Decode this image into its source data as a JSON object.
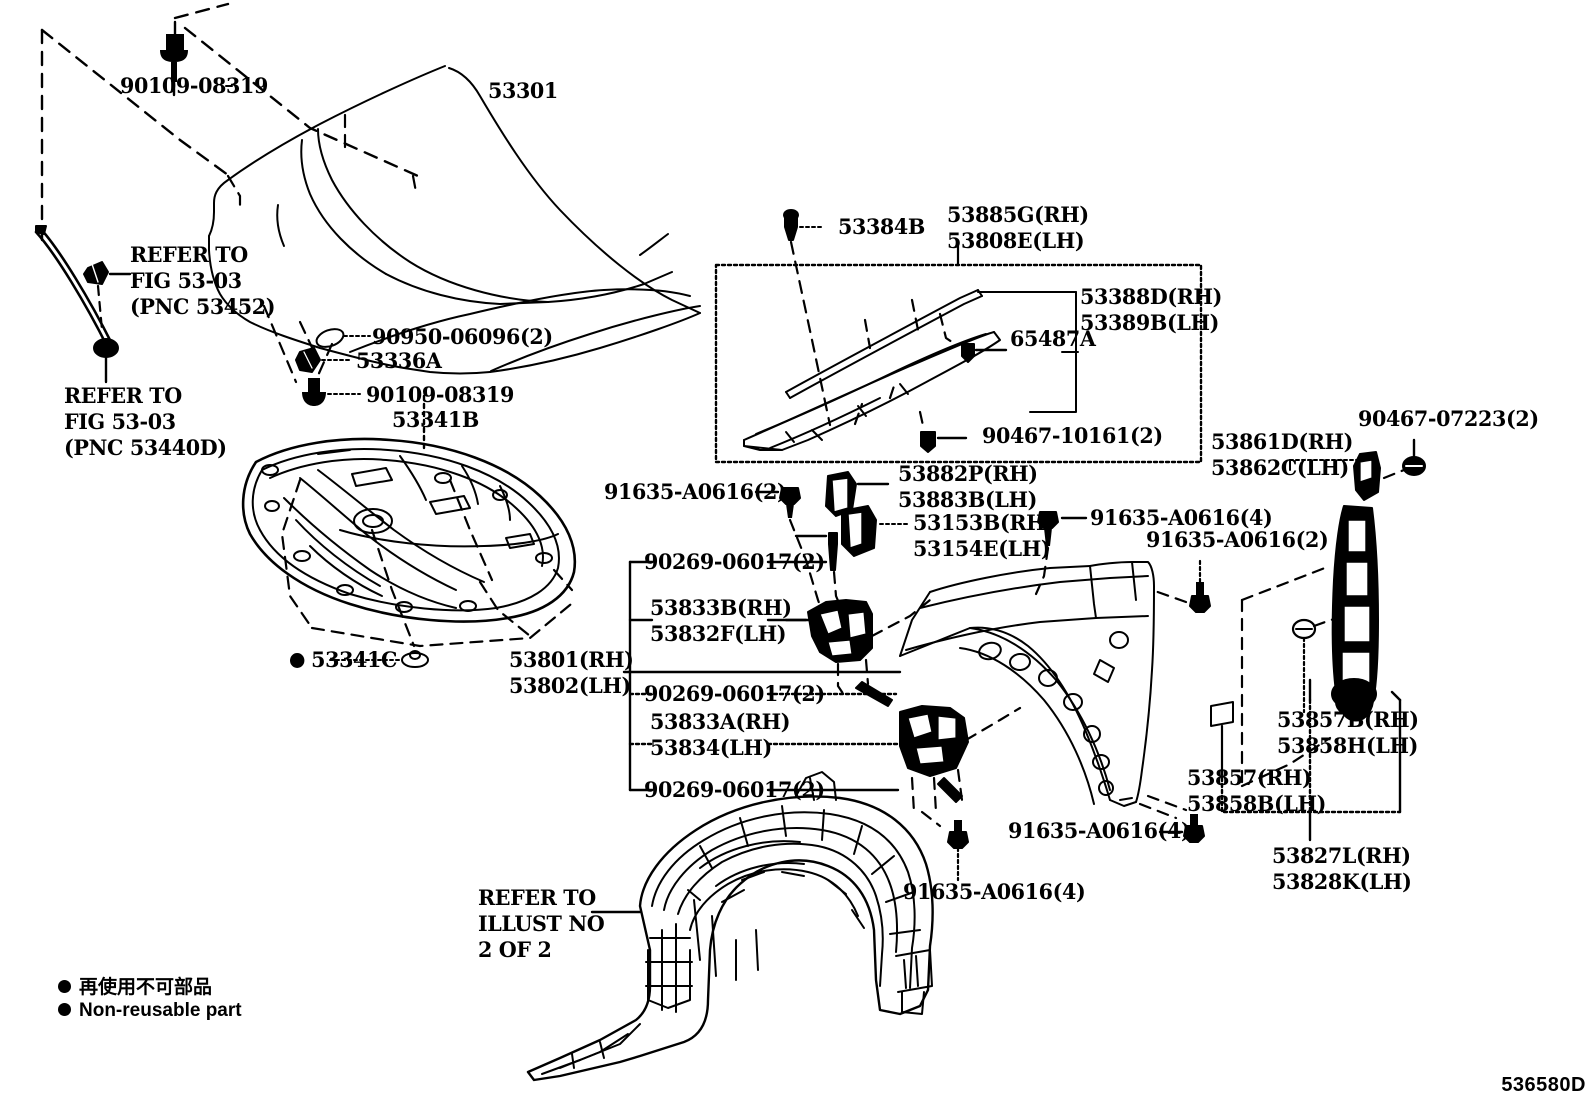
{
  "diagram": {
    "doc_number": "536580D",
    "legend": [
      {
        "marker": "filled-circle",
        "text": "再使用不可部品"
      },
      {
        "marker": "filled-circle",
        "text": "Non-reusable part"
      }
    ]
  },
  "labels": {
    "bolt_hood_hinge_top": {
      "line1": "90109-08319"
    },
    "refer_53452": {
      "line1": "REFER TO",
      "line2": "FIG 53-03",
      "line3": "(PNC 53452)"
    },
    "refer_53440d": {
      "line1": "REFER TO",
      "line2": "FIG 53-03",
      "line3": "(PNC 53440D)"
    },
    "hood_panel": {
      "line1": "53301"
    },
    "clip_90950": {
      "line1": "90950-06096(2)"
    },
    "hood_seal_53336a": {
      "line1": "53336A"
    },
    "bolt_90109_lower": {
      "line1": "90109-08319"
    },
    "hood_insulator": {
      "line1": "53341B"
    },
    "insulator_clip": {
      "line1": "53341C",
      "marker": "filled-circle"
    },
    "clip_53384b": {
      "line1": "53384B"
    },
    "cowl_top_panel": {
      "line1": "53885G(RH)",
      "line2": "53808E(LH)"
    },
    "cowl_seal": {
      "line1": "53388D(RH)",
      "line2": "53389B(LH)"
    },
    "cowl_clip_65487a": {
      "line1": "65487A"
    },
    "screw_90467_10161": {
      "line1": "90467-10161(2)"
    },
    "fender_pad_53882p": {
      "line1": "53882P(RH)",
      "line2": "53883B(LH)"
    },
    "fender_seal_53153b": {
      "line1": "53153B(RH)",
      "line2": "53154E(LH)"
    },
    "clip_91635_2_upper": {
      "line1": "91635-A0616(2)"
    },
    "clip_91635_4_mid": {
      "line1": "91635-A0616(4)"
    },
    "clip_91635_2_right": {
      "line1": "91635-A0616(2)"
    },
    "bolt_90269_1": {
      "line1": "90269-06017(2)"
    },
    "bracket_53833b": {
      "line1": "53833B(RH)",
      "line2": "53832F(LH)"
    },
    "fender_panel": {
      "line1": "53801(RH)",
      "line2": "53802(LH)"
    },
    "bolt_90269_2": {
      "line1": "90269-06017(2)"
    },
    "bracket_53833a": {
      "line1": "53833A(RH)",
      "line2": "53834(LH)"
    },
    "bolt_90269_3": {
      "line1": "90269-06017(2)"
    },
    "clip_91635_4_lower_right": {
      "line1": "91635-A0616(4)"
    },
    "clip_91635_4_lower_left": {
      "line1": "91635-A0616(4)"
    },
    "refer_illust": {
      "line1": "REFER TO",
      "line2": "ILLUST NO",
      "line3": "2 OF 2"
    },
    "screw_90467_07223": {
      "line1": "90467-07223(2)"
    },
    "retainer_53861d": {
      "line1": "53861D(RH)",
      "line2": "53862C(LH)"
    },
    "seal_53857b": {
      "line1": "53857B(RH)",
      "line2": "53858H(LH)"
    },
    "clip_53857": {
      "line1": "53857(RH)",
      "line2": "53858B(LH)"
    },
    "mudguard_53827l": {
      "line1": "53827L(RH)",
      "line2": "53828K(LH)"
    }
  }
}
